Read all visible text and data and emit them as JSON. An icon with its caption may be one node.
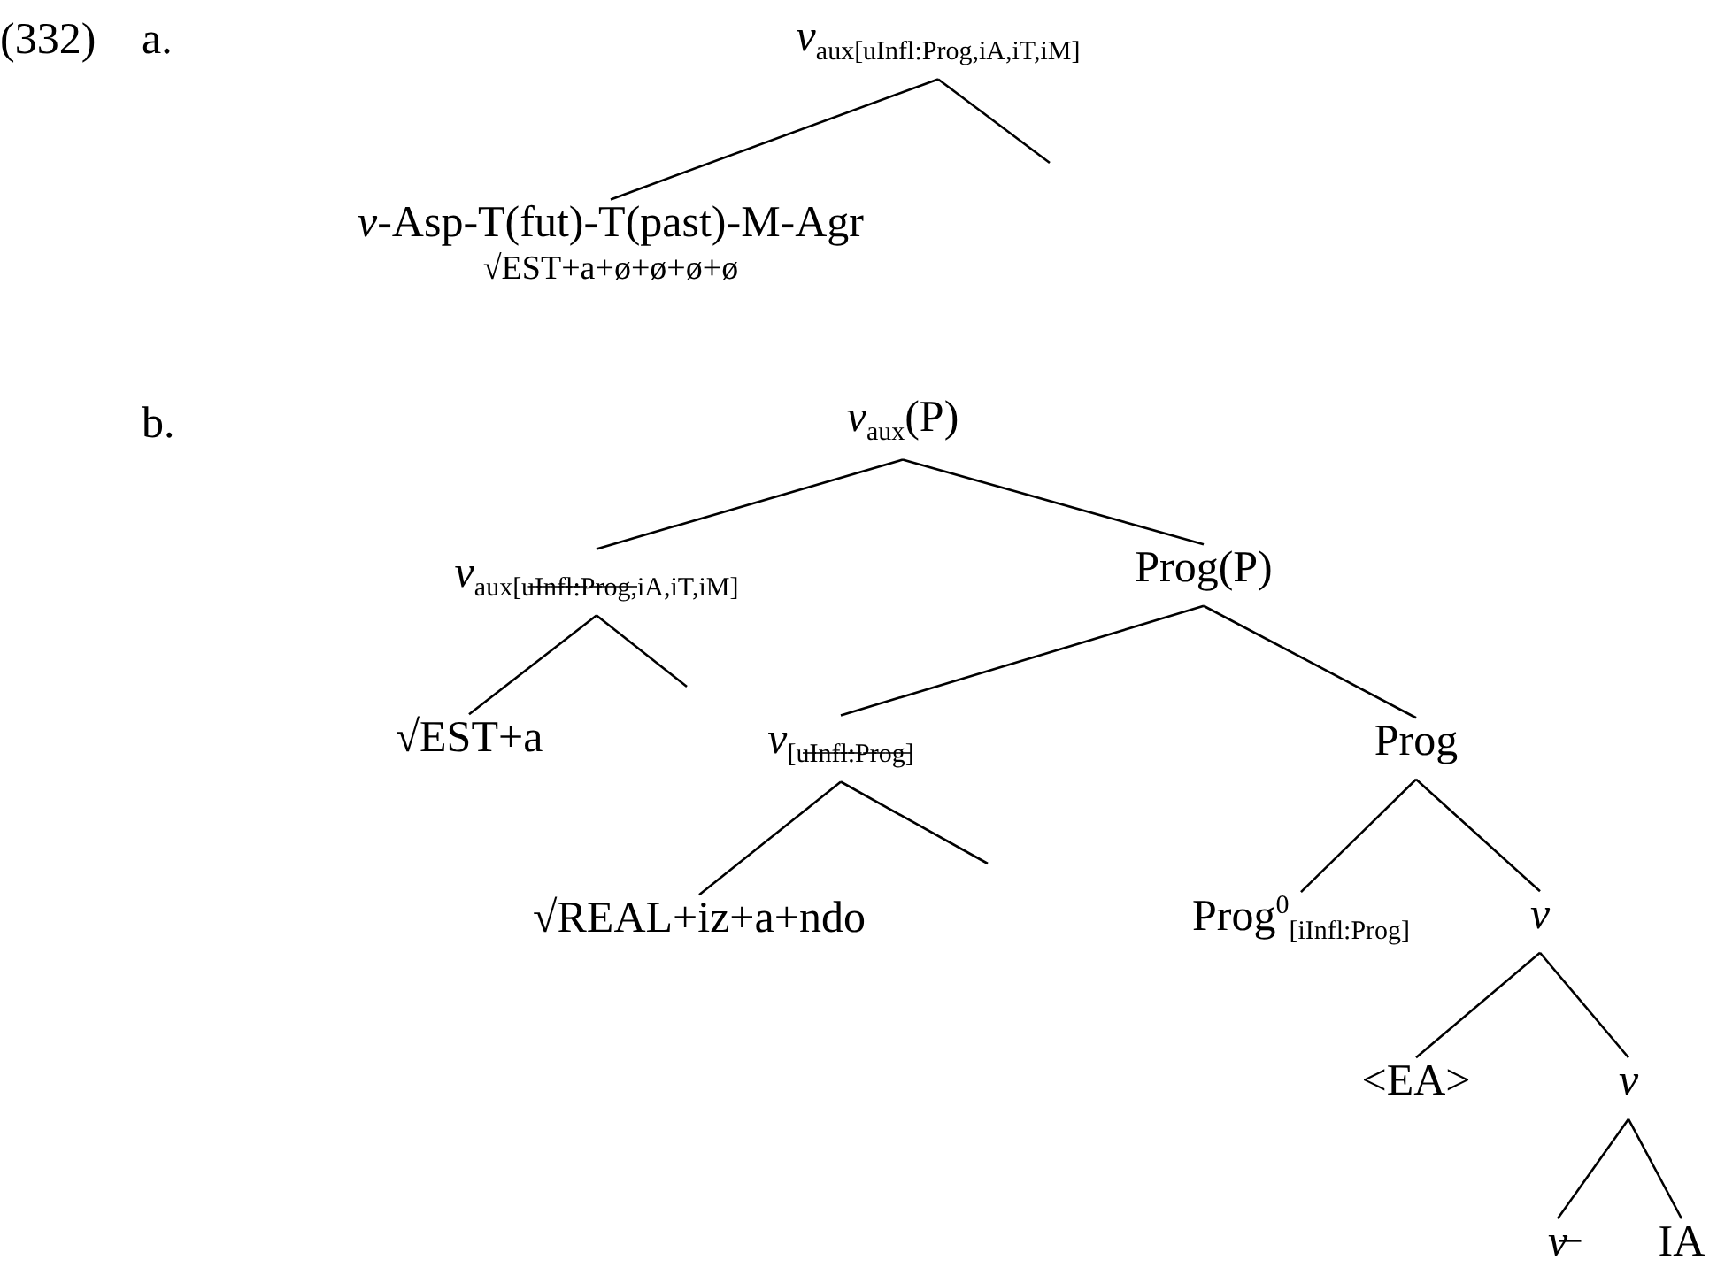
{
  "diagram": {
    "nodes": [
      {
        "text": [
          "*v*$_{aux[uInfl:Prog,iA,iT,iM]}$"
        ]
      },
      {
        "text": [
          "*v*-Asp-T(fut)-T(past)-M-Agr",
          "√EST+a+ø+ø+ø+ø"
        ]
      },
      {
        "text": [
          "*v*$_{aux}$(P)"
        ]
      },
      {
        "text": [
          "*v*$_{aux[u̶I̶n̶f̶l̶:̶P̶r̶o̶g̶,iA,iT,iM]}$"
        ]
      },
      {
        "text": [
          "Prog(P)"
        ]
      },
      {
        "text": [
          "√EST+a"
        ]
      },
      {
        "text": [
          "*v*$_{[u̶I̶n̶f̶l̶:̶P̶r̶o̶g̶]}$"
        ]
      },
      {
        "text": [
          "Prog"
        ]
      },
      {
        "text": [
          "√REAL+iz+a+ndo"
        ]
      },
      {
        "text": [
          "Prog$^{0}$$_{[iInfl:Prog]}$"
        ]
      },
      {
        "text": [
          "*v*"
        ]
      },
      {
        "text": [
          "<EA>"
        ]
      },
      {
        "text": [
          "*v*"
        ]
      },
      {
        "text": [
          "*v̶*"
        ]
      },
      {
        "text": [
          "IA"
        ]
      }
    ],
    "edges": [
      {
        "from": 0,
        "to": 1,
        "arrow": "none"
      },
      {
        "from": 0,
        "to": null,
        "arrow": "none"
      },
      {
        "from": 2,
        "to": 3,
        "arrow": "none"
      },
      {
        "from": 2,
        "to": 4,
        "arrow": "none"
      },
      {
        "from": 3,
        "to": 5,
        "arrow": "none"
      },
      {
        "from": 3,
        "to": null,
        "arrow": "none"
      },
      {
        "from": 4,
        "to": 6,
        "arrow": "none"
      },
      {
        "from": 4,
        "to": 7,
        "arrow": "none"
      },
      {
        "from": 6,
        "to": 8,
        "arrow": "none"
      },
      {
        "from": 6,
        "to": null,
        "arrow": "none"
      },
      {
        "from": 7,
        "to": 9,
        "arrow": "none"
      },
      {
        "from": 7,
        "to": 10,
        "arrow": "none"
      },
      {
        "from": 10,
        "to": 11,
        "arrow": "none"
      },
      {
        "from": 10,
        "to": 12,
        "arrow": "none"
      },
      {
        "from": 12,
        "to": 13,
        "arrow": "none"
      },
      {
        "from": 12,
        "to": 14,
        "arrow": "none"
      }
    ],
    "labels": [
      "(332)",
      "a.",
      "b."
    ]
  }
}
